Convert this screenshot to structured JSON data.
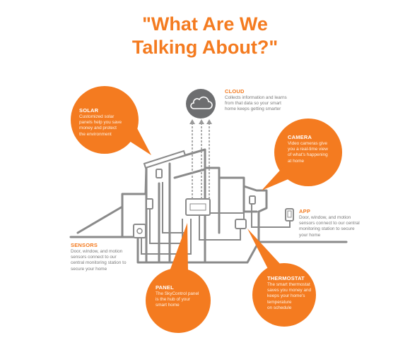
{
  "title": {
    "line1": "\"What Are We",
    "line2": "Talking About?\""
  },
  "colors": {
    "accent": "#f47b20",
    "line": "#8a8a8a",
    "cloud": "#6d6e70",
    "text": "#7a7a7a"
  },
  "icons": {
    "cloud": "cloud-icon"
  },
  "labels": {
    "solar": {
      "title": "SOLAR",
      "body": [
        "Customized solar",
        "panels help you save",
        "money and protect",
        "the environment"
      ]
    },
    "cloud": {
      "title": "CLOUD",
      "body": [
        "Collects information and learns",
        "from that data so your smart",
        "home keeps getting smarter"
      ]
    },
    "camera": {
      "title": "CAMERA",
      "body": [
        "Video cameras give",
        "you a real-time view",
        "of what's happening",
        "at home"
      ]
    },
    "app": {
      "title": "APP",
      "body": [
        "Door, window, and motion",
        "sensors  connect to our central",
        "monitoring station to secure",
        "your home"
      ]
    },
    "sensors": {
      "title": "SENSORS",
      "body": [
        "Door, window, and motion",
        "sensors  connect to our",
        "central monitoring station to",
        "secure your home"
      ]
    },
    "panel": {
      "title": "PANEL",
      "body": [
        "The SkyControl panel",
        "is the hub of your",
        "smart home"
      ]
    },
    "thermostat": {
      "title": "THERMOSTAT",
      "body": [
        "The smart thermostat",
        "saves you money and",
        "keeps your home's",
        "temperature",
        "on schedule"
      ]
    }
  }
}
